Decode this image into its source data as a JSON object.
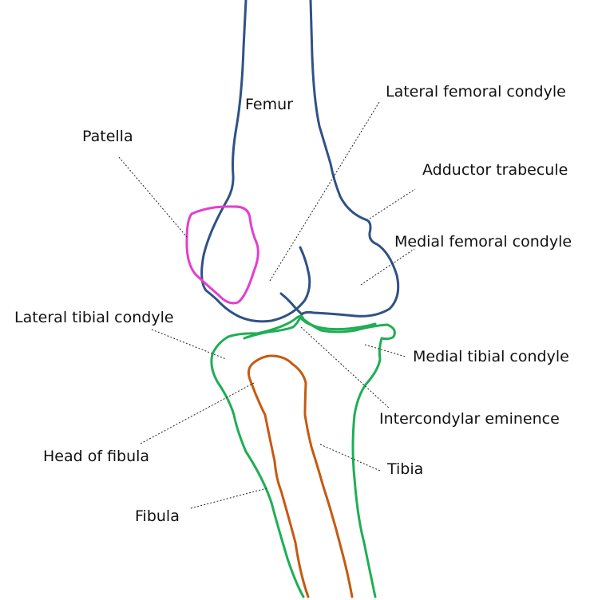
{
  "colors": {
    "femur": "#2f5286",
    "patella": "#e23fd0",
    "tibia": "#1fae55",
    "fibula": "#c55a11",
    "text": "#111111",
    "leader": "#222222"
  },
  "labels": {
    "femur": "Femur",
    "patella": "Patella",
    "lateral_femoral_condyle": "Lateral femoral condyle",
    "adductor_trabecule": "Adductor trabecule",
    "medial_femoral_condyle": "Medial femoral condyle",
    "lateral_tibial_condyle": "Lateral tibial condyle",
    "medial_tibial_condyle": "Medial tibial condyle",
    "intercondylar_eminence": "Intercondylar eminence",
    "head_of_fibula": "Head of fibula",
    "tibia": "Tibia",
    "fibula": "Fibula"
  }
}
